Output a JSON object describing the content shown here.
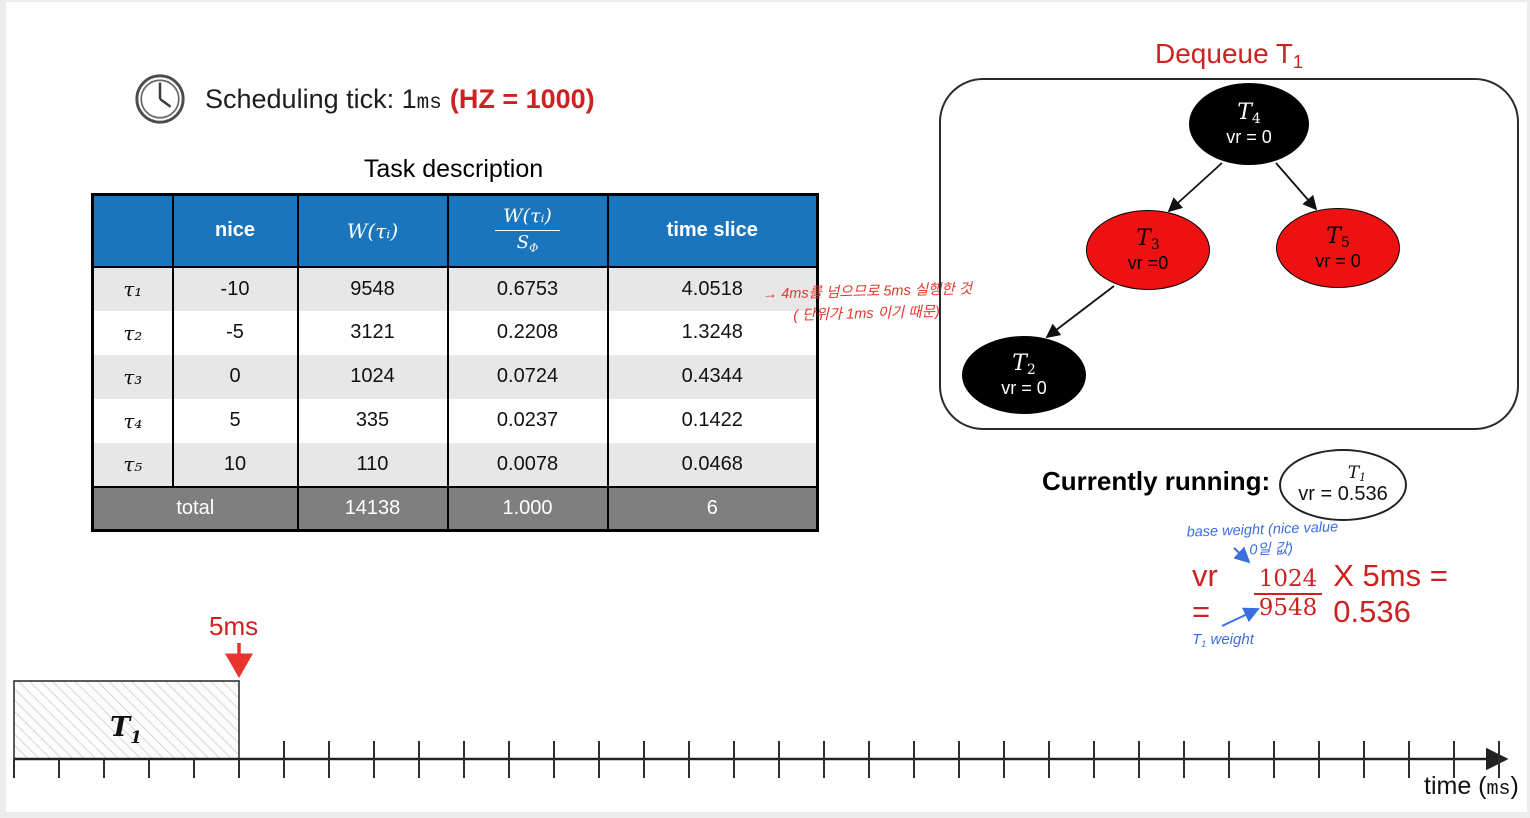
{
  "colors": {
    "header_blue": "#1B75BC",
    "row_alt": "#E7E7E7",
    "total_gray": "#7F7F7F",
    "accent_red": "#CC2222",
    "node_red": "#EE1111",
    "pen_red": "#E8342C",
    "pen_blue": "#3A6FE0"
  },
  "icons": {
    "clock": "clock-icon"
  },
  "scheduling": {
    "prefix": "Scheduling tick: 1",
    "unit": "ms",
    "hz": "(HZ = 1000)"
  },
  "table": {
    "title": "Task description",
    "col_nice": "nice",
    "col_w": "W(τᵢ)",
    "col_frac_num": "W(τᵢ)",
    "col_frac_den_base": "S",
    "col_frac_den_sub": "Φ",
    "col_slice": "time slice",
    "rows": [
      {
        "task": "τ₁",
        "nice": "-10",
        "w": "9548",
        "ratio": "0.6753",
        "slice": "4.0518"
      },
      {
        "task": "τ₂",
        "nice": "-5",
        "w": "3121",
        "ratio": "0.2208",
        "slice": "1.3248"
      },
      {
        "task": "τ₃",
        "nice": "0",
        "w": "1024",
        "ratio": "0.0724",
        "slice": "0.4344"
      },
      {
        "task": "τ₄",
        "nice": "5",
        "w": "335",
        "ratio": "0.0237",
        "slice": "0.1422"
      },
      {
        "task": "τ₅",
        "nice": "10",
        "w": "110",
        "ratio": "0.0078",
        "slice": "0.0468"
      }
    ],
    "total": {
      "label": "total",
      "w": "14138",
      "ratio": "1.000",
      "slice": "6"
    }
  },
  "notes": {
    "table_note_line1": "→ 4ms를 넘으므로 5ms 실행한 것",
    "table_note_line2": "( 단위가 1ms 이기 때문)",
    "base_weight_line1": "base weight (nice value",
    "base_weight_line2": "0일 값)",
    "t1_weight_base": "T",
    "t1_weight_sub": "1",
    "t1_weight_rest": " weight"
  },
  "tree": {
    "title_base": "Dequeue T",
    "title_sub": "1",
    "nodes": [
      {
        "name": "T",
        "sub": "4",
        "vr": "vr = 0",
        "color": "black"
      },
      {
        "name": "T",
        "sub": "3",
        "vr": "vr =0",
        "color": "red"
      },
      {
        "name": "T",
        "sub": "5",
        "vr": "vr = 0",
        "color": "red"
      },
      {
        "name": "T",
        "sub": "2",
        "vr": "vr = 0",
        "color": "black"
      }
    ]
  },
  "running": {
    "label": "Currently running:",
    "name": "T",
    "sub": "1",
    "vr": "vr = 0.536"
  },
  "formula": {
    "lhs": "vr =",
    "num": "1024",
    "den": "9548",
    "rhs": "X 5ms = 0.536"
  },
  "timeline": {
    "box_label": "T",
    "box_sub": "1",
    "marker": "5ms",
    "axis_pre": "time (",
    "axis_unit": "ms",
    "axis_post": ")",
    "axis_start": 8,
    "tick_spacing": 45,
    "total_ticks": 34,
    "box_ticks": 6
  }
}
